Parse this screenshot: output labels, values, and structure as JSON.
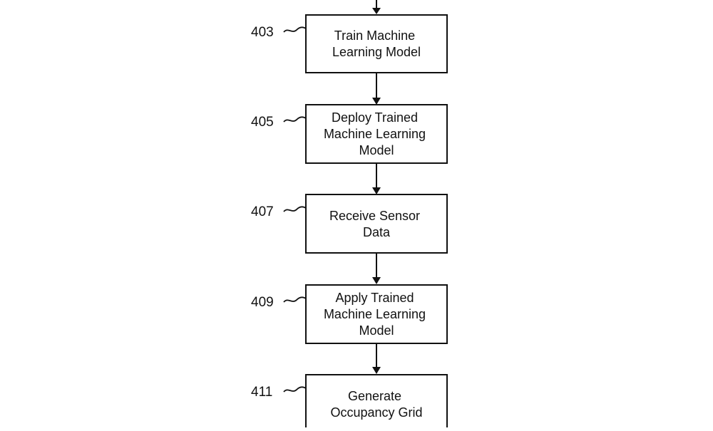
{
  "flowchart": {
    "steps": [
      {
        "ref": "403",
        "lines": [
          "Train Machine",
          "Learning Model"
        ]
      },
      {
        "ref": "405",
        "lines": [
          "Deploy Trained",
          "Machine Learning",
          "Model"
        ]
      },
      {
        "ref": "407",
        "lines": [
          "Receive Sensor",
          "Data"
        ]
      },
      {
        "ref": "409",
        "lines": [
          "Apply Trained",
          "Machine Learning",
          "Model"
        ]
      },
      {
        "ref": "411",
        "lines": [
          "Generate",
          "Occupancy Grid"
        ]
      }
    ]
  }
}
